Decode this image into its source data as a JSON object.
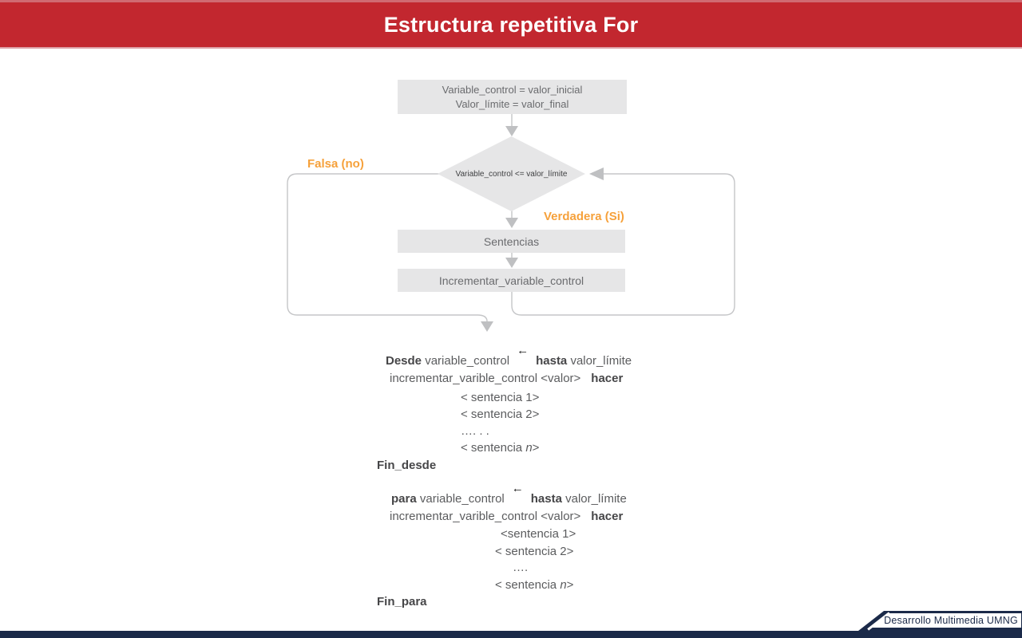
{
  "header": {
    "title": "Estructura repetitiva For"
  },
  "flowchart": {
    "init_box": {
      "line1": "Variable_control = valor_inicial",
      "line2": "Valor_límite = valor_final"
    },
    "condition": "Variable_control <= valor_límite",
    "false_label": "Falsa (no)",
    "true_label": "Verdadera (Si)",
    "statements_box": "Sentencias",
    "increment_box": "Incrementar_variable_control"
  },
  "pseudocode_desde": {
    "kw_open": "Desde",
    "control_var": " variable_control",
    "arrow": "←",
    "kw_hasta": "hasta",
    "limit_var": " valor_límite",
    "increment_stmt": "incrementar_varible_control <valor>",
    "kw_hacer": "hacer",
    "stmt1": "< sentencia 1>",
    "stmt2": "< sentencia 2>",
    "dots": "…. . .",
    "stmtn_pre": "< sentencia ",
    "stmtn_var": "n",
    "stmtn_post": ">",
    "kw_close": "Fin_desde"
  },
  "pseudocode_para": {
    "kw_open": "para",
    "control_var": " variable_control",
    "arrow": "←",
    "kw_hasta": "hasta",
    "limit_var": " valor_límite",
    "increment_stmt": "incrementar_varible_control <valor>",
    "kw_hacer": "hacer",
    "stmt1": "<sentencia 1>",
    "stmt2": "< sentencia 2>",
    "dots": "….",
    "stmtn_pre": "< sentencia ",
    "stmtn_var": "n",
    "stmtn_post": ">",
    "kw_close": "Fin_para"
  },
  "footer": {
    "badge_text": "Desarrollo Multimedia UMNG"
  },
  "colors": {
    "header_red": "#C2272F",
    "accent_orange": "#F6A13B",
    "box_fill": "#E6E6E7",
    "box_text": "#6A6B6E",
    "connector_gray": "#C5C6C8",
    "code_text": "#5B5C5E",
    "footer_navy": "#1B2A49",
    "footer_orange": "#F0A32F"
  }
}
